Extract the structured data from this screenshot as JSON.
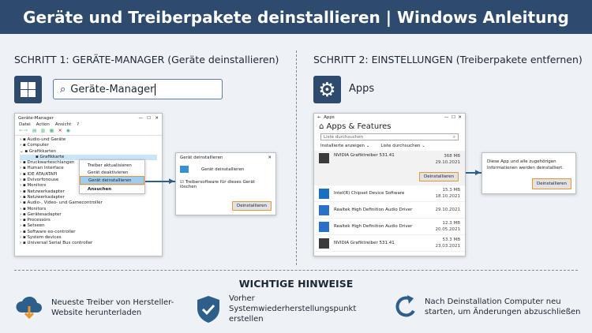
{
  "title": "Geräte und Treiberpakete deinstallieren | Windows Anleitung",
  "step1": {
    "label": "SCHRITT 1: GERÄTE-MANAGER (Geräte deinstallieren)",
    "search_value": "Geräte-Manager",
    "window": {
      "title": "Geräte-Manager",
      "menu": [
        "Datei",
        "Action",
        "Ansicht",
        "?"
      ],
      "tree": [
        "Audio-und Geräte",
        "Computer",
        "Grafikkarten",
        "Grafikkarte",
        "Druckwarteschlangen",
        "Human Interface",
        "IDE ATA/ATAPI",
        "Dvivorfonouse",
        "Monitors",
        "Netzwerkadapter",
        "Netzwerkadapter",
        "Audio-, Video- und Gamecontroller",
        "Monitors",
        "Gerätesadapter",
        "Processors",
        "Setseen",
        "Software eo-controller",
        "System devices",
        "Universal Serial Bus controller"
      ],
      "context_menu": [
        "Treiber aktualisieren",
        "Gerät deaktivieren",
        "Gerät deinstallieren",
        "Ansuchen"
      ]
    },
    "dialog": {
      "title": "Gerät deinstallieren",
      "heading": "Gerät deinstallieren",
      "checkbox": "Treibersoftware für dieses Gerät löschen",
      "button": "Deinstallieren"
    }
  },
  "step2": {
    "label": "SCHRITT 2: EINSTELLUNGEN (Treiberpakete entfernen)",
    "app_label": "Apps",
    "window": {
      "title": "Apps",
      "heading": "Apps & Features",
      "search_placeholder": "Liste durchsuchen",
      "filter1": "Installierte anzeigen",
      "filter2": "Liste durchsuchen",
      "uninstall": "Deinstallieren",
      "apps": [
        {
          "name": "NVIDIA Grafiktreiber 531.41",
          "size": "368 MB",
          "date": "29.10.2021",
          "icon": "nvidia"
        },
        {
          "name": "Intel(R) Chipset Device Software",
          "size": "15.3 MB",
          "date": "18.10.2021",
          "icon": "intel"
        },
        {
          "name": "Realtek High Definition Audio Driver",
          "size": "",
          "date": "29.10.2021",
          "icon": "realtek"
        },
        {
          "name": "Realtek High Definition Audio Driver",
          "size": "12.3 MB",
          "date": "20.05.2021",
          "icon": "realtek"
        },
        {
          "name": "NVIDIA Grafiktreiber 531.41",
          "size": "53.3 MB",
          "date": "23.03.2021",
          "icon": "nvidia"
        }
      ]
    },
    "dialog": {
      "text": "Diese App und alle zugehörigen Informationen werden deinstalliert.",
      "button": "Deinstallieren"
    }
  },
  "hints": {
    "title": "WICHTIGE HINWEISE",
    "items": [
      {
        "icon": "cloud-download",
        "text": "Neueste Treiber von Hersteller-Website herunterladen"
      },
      {
        "icon": "shield-check",
        "text": "Vorher Systemwiederherstellungspunkt erstellen"
      },
      {
        "icon": "refresh",
        "text": "Nach Deinstallation Computer neu starten, um Änderungen abzuschließen"
      }
    ]
  },
  "colors": {
    "header": "#2e4a6c",
    "accent": "#e8952c",
    "icon_blue": "#2e5f8a"
  }
}
